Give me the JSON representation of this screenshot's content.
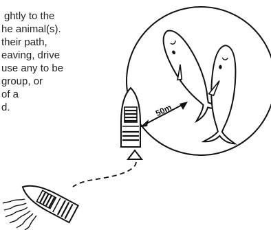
{
  "text_lines": [
    "ghtly to the",
    "he animal(s).",
    " their path,",
    "eaving, drive",
    "use any to be",
    " group, or",
    "of a",
    "d."
  ],
  "distance_label": "50m"
}
